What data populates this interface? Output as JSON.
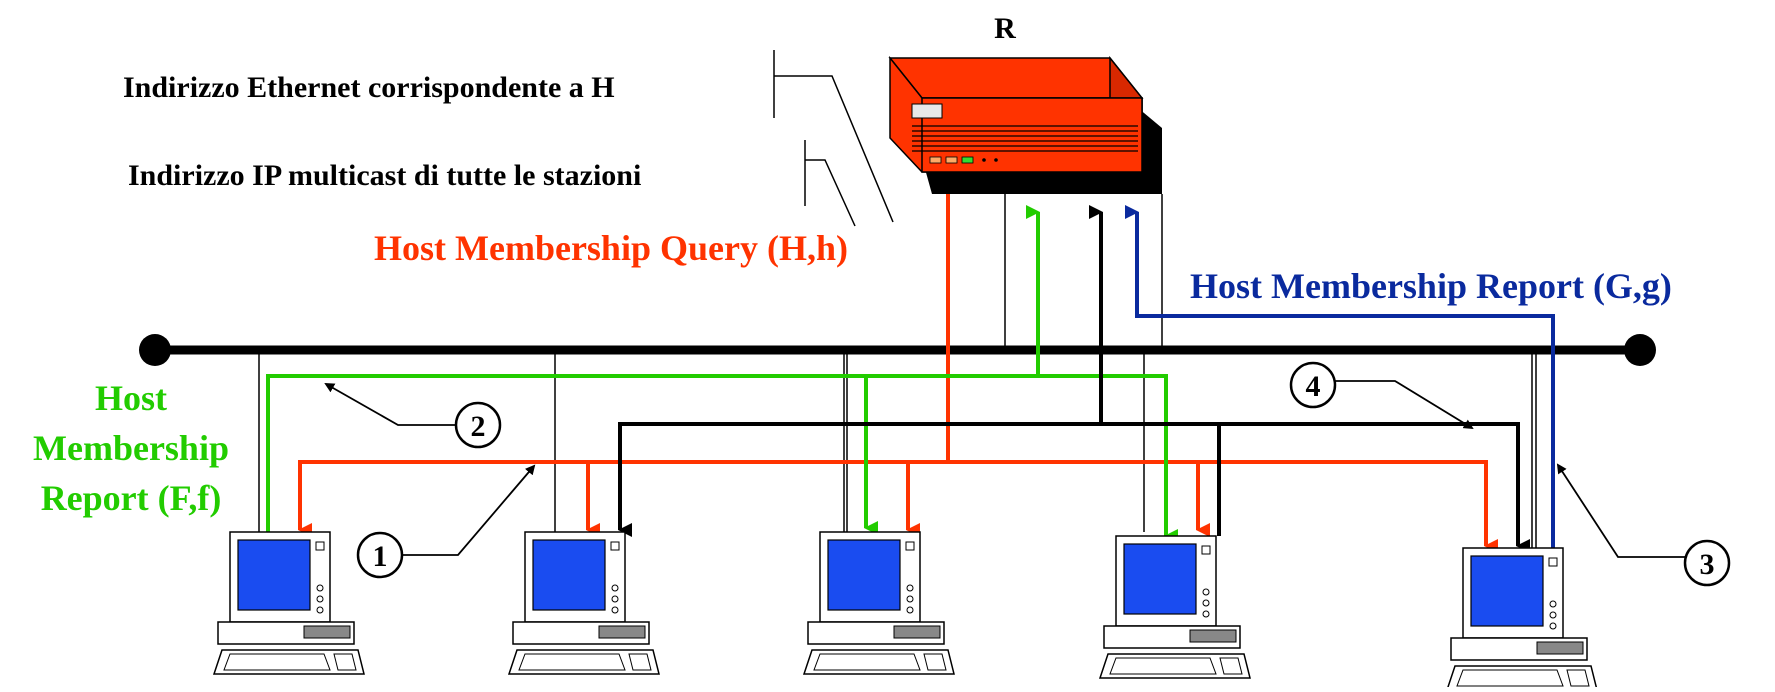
{
  "router": {
    "label": "R"
  },
  "annotations": {
    "ethernet_address": "Indirizzo Ethernet corrispondente a H",
    "ip_multicast": "Indirizzo IP multicast di tutte le stazioni"
  },
  "messages": {
    "query": {
      "label": "Host Membership Query (H,h)",
      "color": "#ff3300"
    },
    "report_g": {
      "label": "Host Membership Report (G,g)",
      "color": "#0a2a9e"
    },
    "report_f": {
      "line1": "Host",
      "line2": "Membership",
      "line3": "Report (F,f)",
      "color": "#22cc00"
    }
  },
  "steps": [
    "1",
    "2",
    "3",
    "4"
  ],
  "colors": {
    "router_body": "#ff3300",
    "screen": "#1a4cf0",
    "black_path": "#000000"
  },
  "hosts_count": 5
}
